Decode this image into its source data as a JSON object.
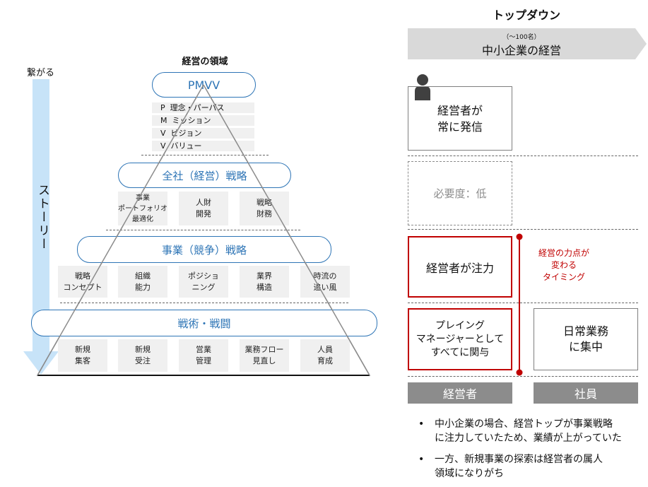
{
  "left": {
    "title": "経営の領域",
    "arrow_top_label": "繋がる",
    "arrow_vertical_label": "ストーリー",
    "pmvv": {
      "label": "PMVV",
      "rows": [
        "P  理念・パーパス",
        "M  ミッション",
        "V  ビジョン",
        "V  バリュー"
      ]
    },
    "corporate": {
      "label": "全社（経営）戦略",
      "cells": [
        "事業\nポートフォリオ\n最適化",
        "人財\n開発",
        "戦略\n財務"
      ]
    },
    "business": {
      "label": "事業（競争）戦略",
      "cells": [
        "戦略\nコンセプト",
        "組織\n能力",
        "ポジショ\nニング",
        "業界\n構造",
        "時流の\n追い風"
      ]
    },
    "tactics": {
      "label": "戦術・戦闘",
      "cells": [
        "新規\n集客",
        "新規\n受注",
        "営業\n管理",
        "業務フロー\n見直し",
        "人員\n育成"
      ]
    }
  },
  "right": {
    "title": "トップダウン",
    "banner_small": "（～100名）",
    "banner_main": "中小企業の経営",
    "box_ceo_sends": "経営者が\n常に発信",
    "box_low_need": "必要度：低",
    "box_ceo_focus": "経営者が注力",
    "box_playing_manager": "プレイング\nマネージャーとして\nすべてに関与",
    "box_daily_work": "日常業務\nに集中",
    "timing_label": "経営の力点が\n変わる\nタイミング",
    "footer_ceo": "経営者",
    "footer_staff": "社員",
    "bullets": [
      "中小企業の場合、経営トップが事業戦略\nに注力していたため、業績が上がっていた",
      "一方、新規事業の探索は経営者の属人\n領域になりがち"
    ],
    "bullet_glyph": "•"
  },
  "colors": {
    "blue": "#2e75b6",
    "red": "#c00000",
    "light_blue": "#c7e3f8",
    "gray": "#8c8c8c",
    "cell_bg": "#f0f0f0"
  },
  "icons": [
    "person-icon",
    "down-arrow-icon",
    "chevron-banner-icon"
  ]
}
